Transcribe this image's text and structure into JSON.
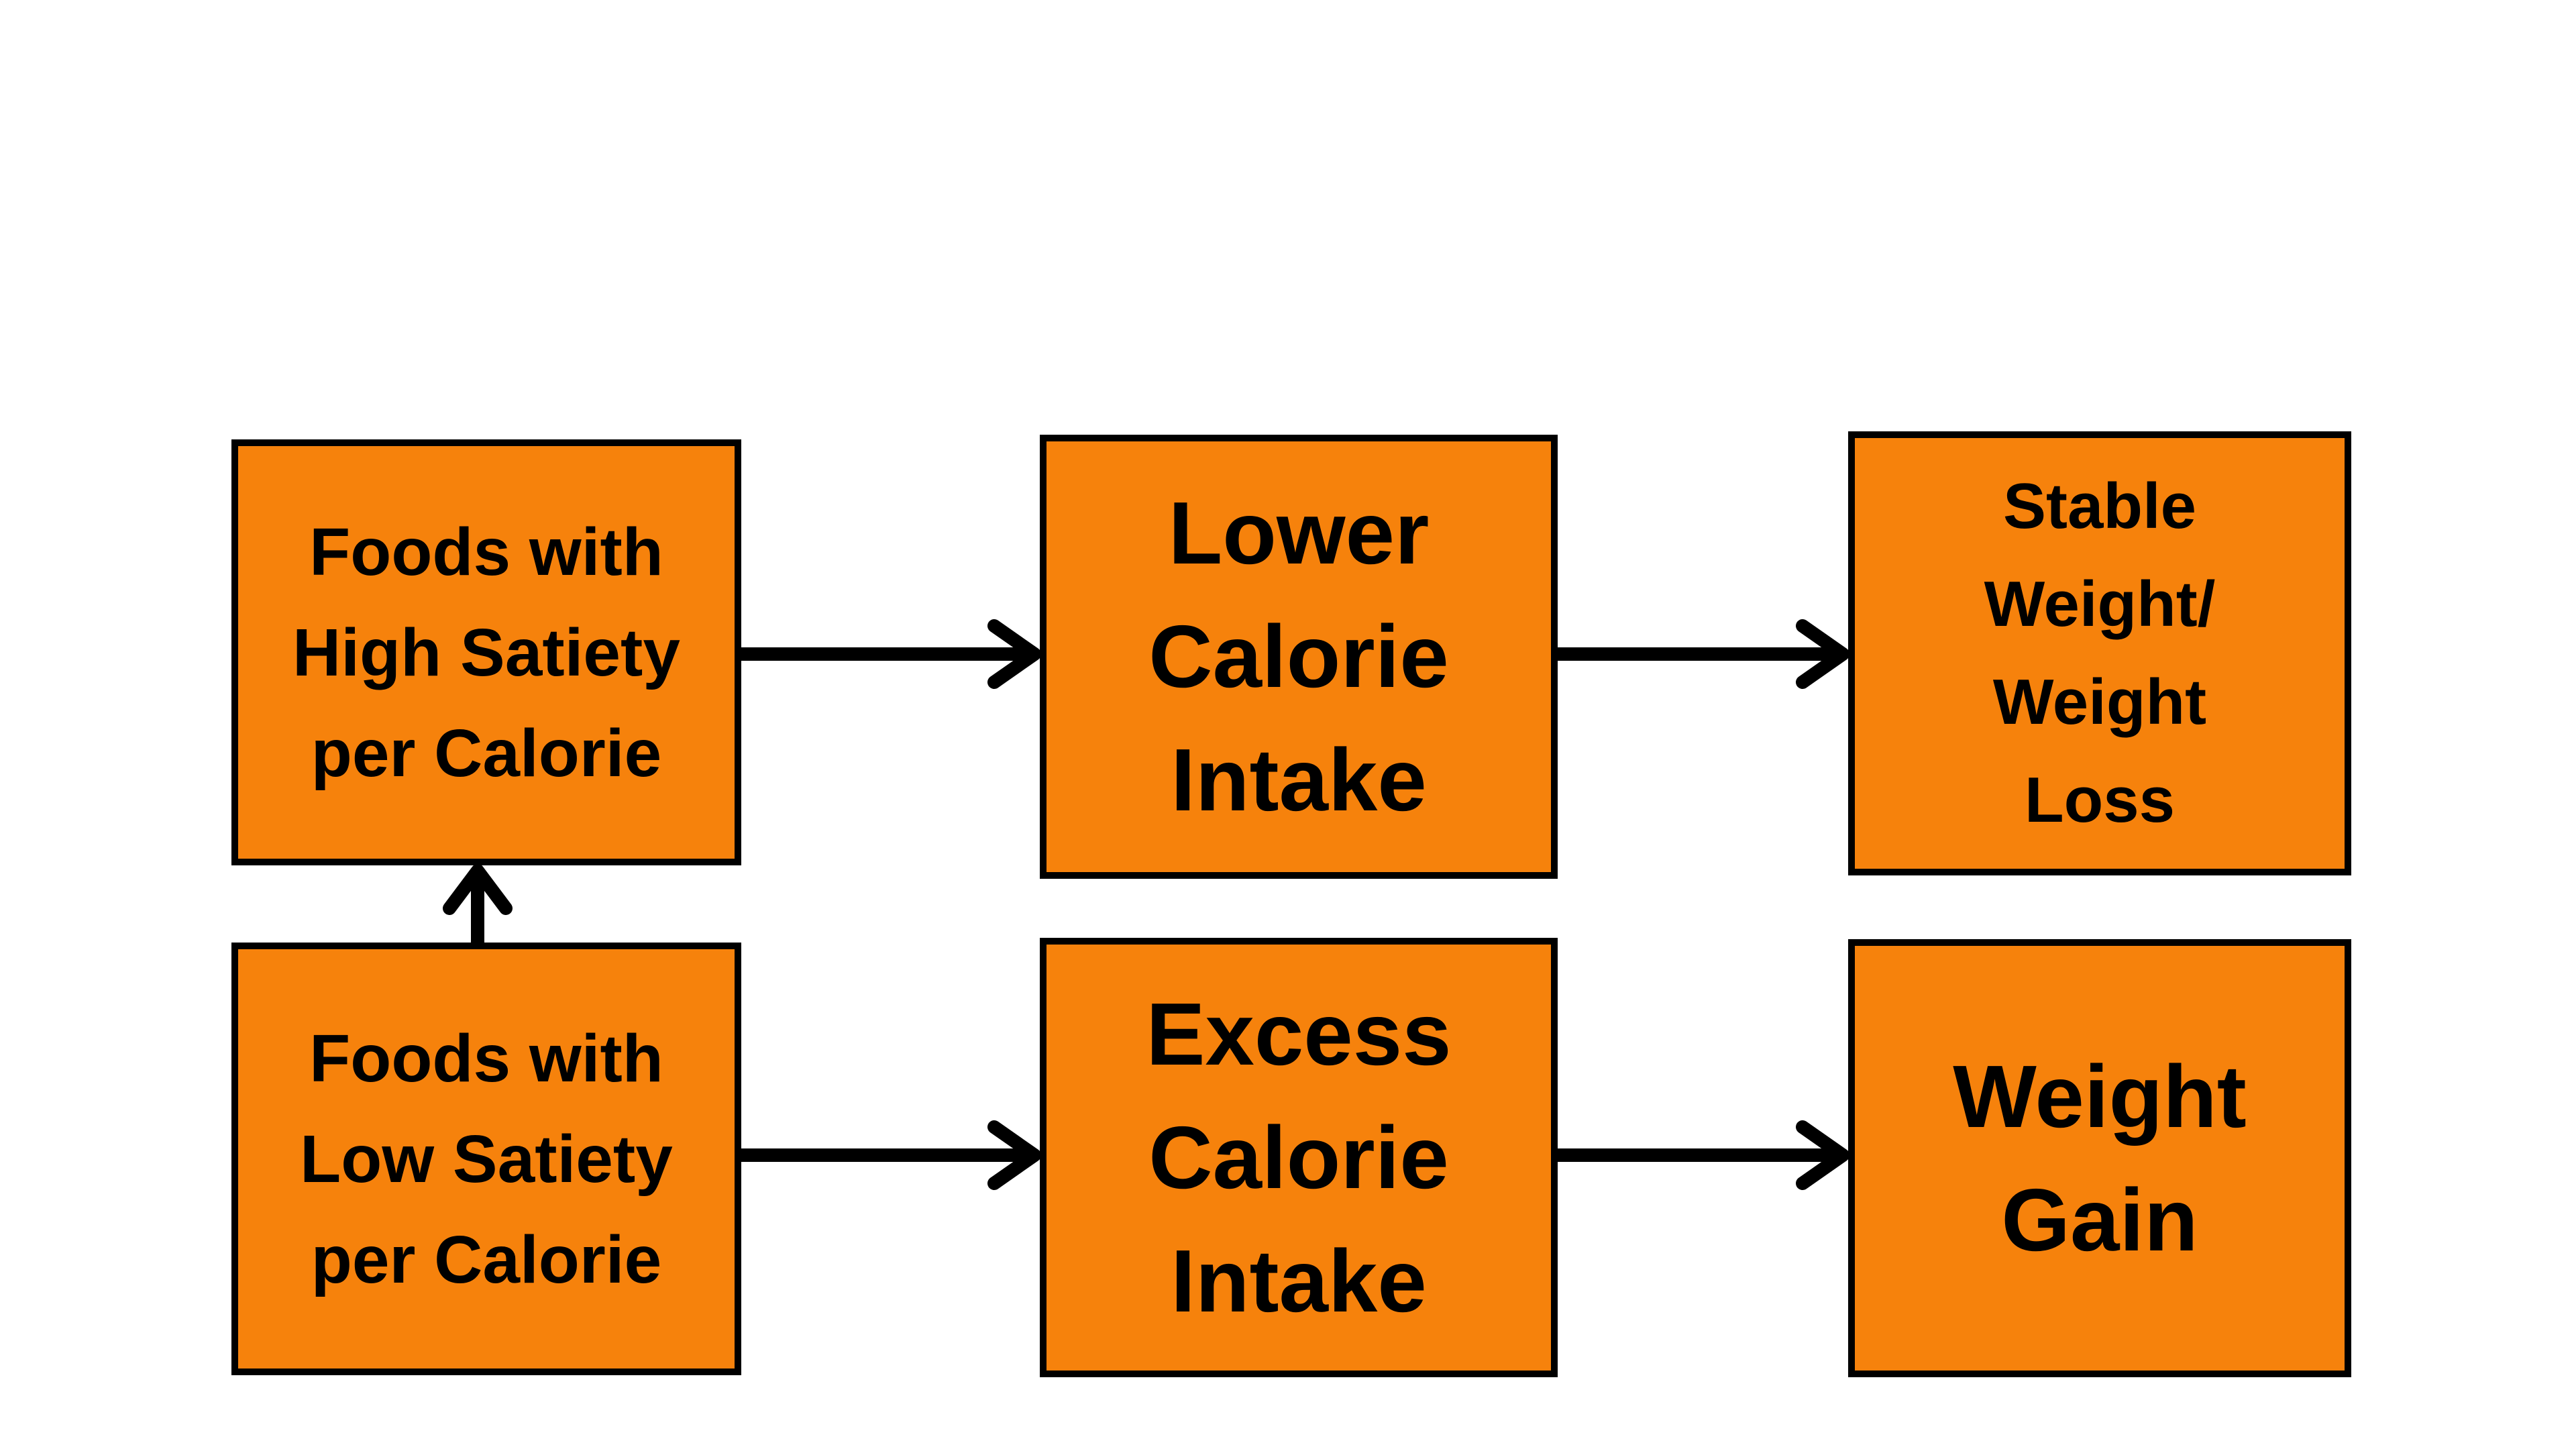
{
  "palette": {
    "background": "#ffffff",
    "box_fill": "#F6820C",
    "box_border": "#000000",
    "arrow_color": "#000000",
    "text_color": "#000000"
  },
  "diagram": {
    "boxes": [
      {
        "id": "foods-high-satiety",
        "lines": [
          "Foods with",
          "High Satiety",
          "per Calorie"
        ]
      },
      {
        "id": "lower-calorie-intake",
        "lines": [
          "Lower",
          "Calorie",
          "Intake"
        ]
      },
      {
        "id": "stable-weight",
        "lines": [
          "Stable",
          "Weight/",
          "Weight",
          "Loss"
        ]
      },
      {
        "id": "foods-low-satiety",
        "lines": [
          "Foods with",
          "Low Satiety",
          "per Calorie"
        ]
      },
      {
        "id": "excess-calorie-intake",
        "lines": [
          "Excess",
          "Calorie",
          "Intake"
        ]
      },
      {
        "id": "weight-gain",
        "lines": [
          "Weight",
          "Gain"
        ]
      }
    ],
    "edges": [
      {
        "from": "foods-high-satiety",
        "to": "lower-calorie-intake",
        "direction": "right"
      },
      {
        "from": "lower-calorie-intake",
        "to": "stable-weight",
        "direction": "right"
      },
      {
        "from": "foods-low-satiety",
        "to": "foods-high-satiety",
        "direction": "up"
      },
      {
        "from": "foods-low-satiety",
        "to": "excess-calorie-intake",
        "direction": "right"
      },
      {
        "from": "excess-calorie-intake",
        "to": "weight-gain",
        "direction": "right"
      }
    ]
  }
}
